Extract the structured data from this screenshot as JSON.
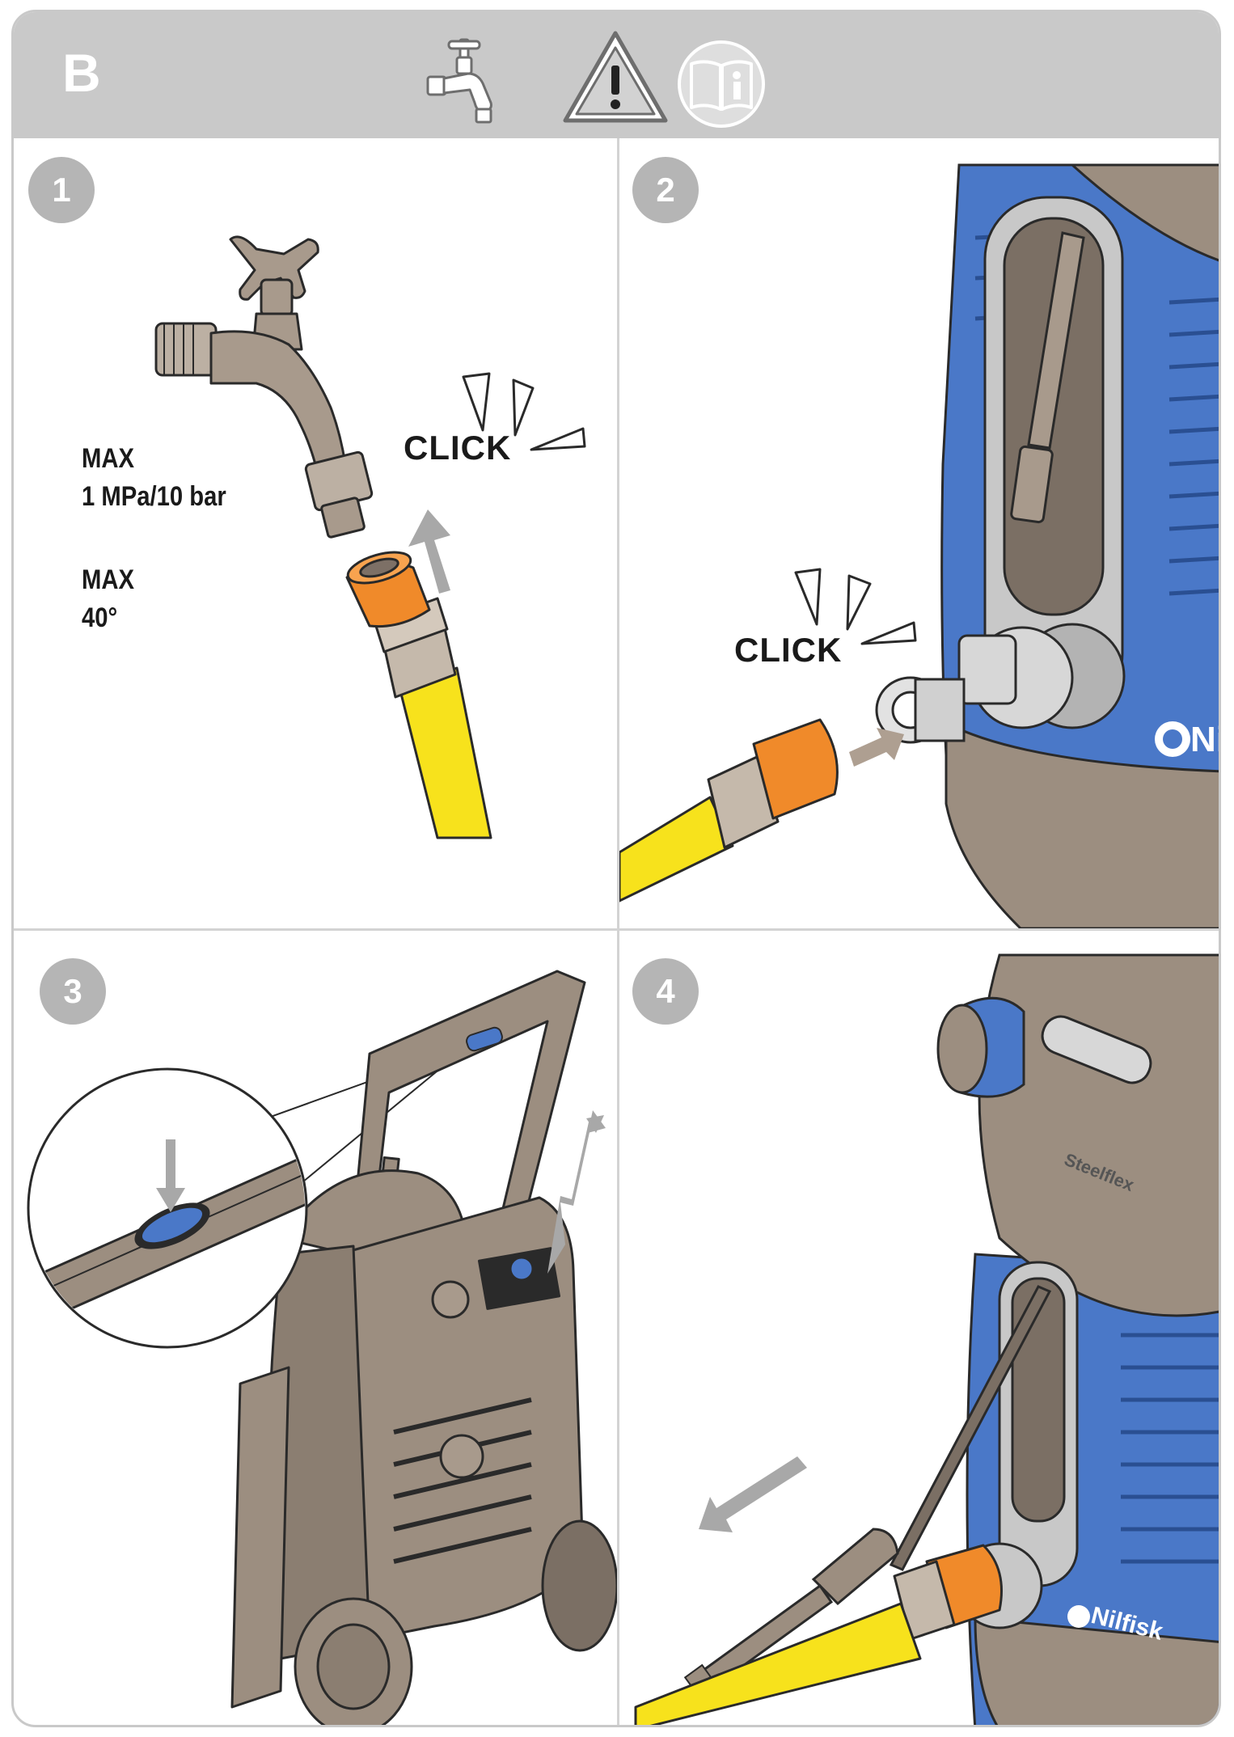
{
  "header": {
    "section_letter": "B",
    "icons": [
      "tap-icon",
      "warning-icon",
      "manual-info-icon"
    ]
  },
  "steps": [
    {
      "number": "1",
      "specs": [
        {
          "label": "MAX",
          "value": "1 MPa/10 bar"
        },
        {
          "label": "MAX",
          "value": "40°"
        }
      ],
      "click_label": "CLICK"
    },
    {
      "number": "2",
      "click_label": "CLICK",
      "brand_label": "Ni"
    },
    {
      "number": "3"
    },
    {
      "number": "4",
      "reel_label": "Steelflex",
      "brand_label": "Nilfisk"
    }
  ],
  "colors": {
    "header_bg": "#c9c9c9",
    "machine_blue": "#4a78c8",
    "machine_body": "#9c8e80",
    "hose_yellow": "#f7e21c",
    "connector_orange": "#f08a2a",
    "arrow_gray": "#a8a8a8"
  }
}
